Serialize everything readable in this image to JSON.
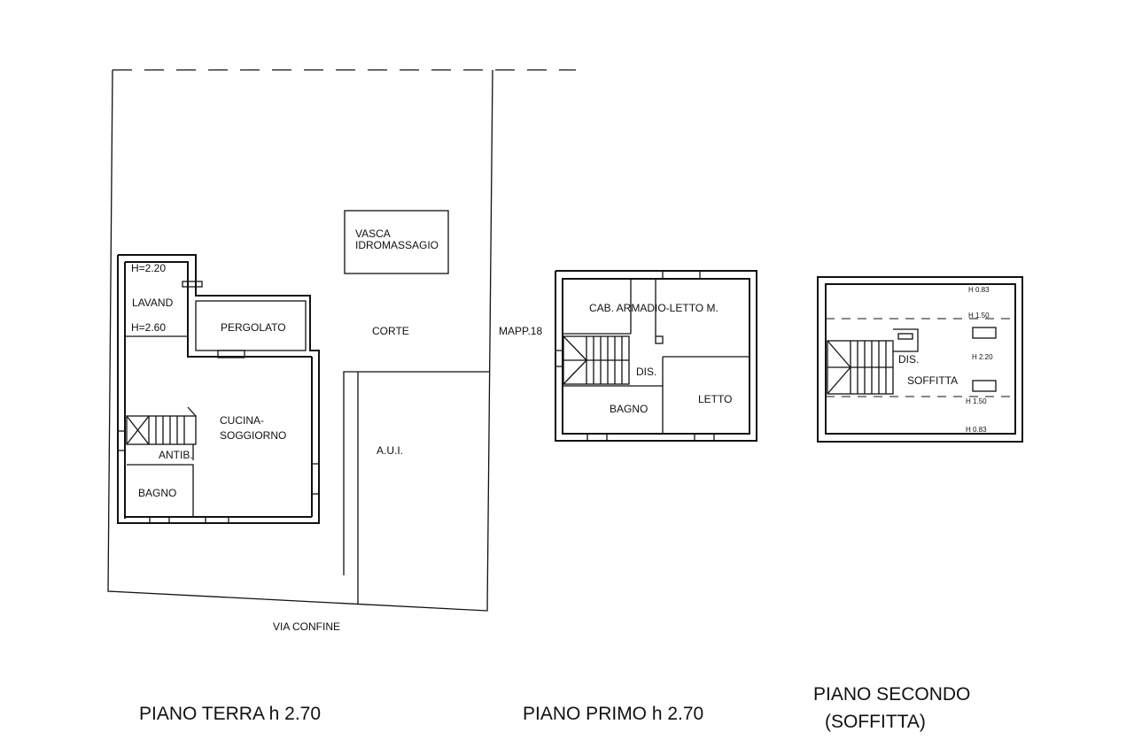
{
  "labels": {
    "vasca_1": "VASCA",
    "vasca_2": "IDROMASSAGIO",
    "corte": "CORTE",
    "mapp": "MAPP.18",
    "aui": "A.U.I.",
    "via": "VIA CONFINE",
    "h220": "H=2.20",
    "h260": "H=2.60",
    "lavand": "LAVAND",
    "pergolato": "PERGOLATO",
    "cucina_1": "CUCINA-",
    "cucina_2": "SOGGIORNO",
    "antib": "ANTIB.",
    "bagno_pt": "BAGNO",
    "cab": "CAB. ARMADIO-LETTO M.",
    "dis_pp": "DIS.",
    "bagno_pp": "BAGNO",
    "letto": "LETTO",
    "dis_ps": "DIS.",
    "soffitta": "SOFFITTA",
    "h083_top": "H 0.83",
    "h150_top": "H 1.50",
    "h220_ps": "H 2.20",
    "h150_bot": "H 1.50",
    "h083_bot": "H 0.83"
  },
  "titles": {
    "terra": "PIANO TERRA h 2.70",
    "primo": "PIANO PRIMO h 2.70",
    "secondo_1": "PIANO SECONDO",
    "secondo_2": "(SOFFITTA)"
  }
}
